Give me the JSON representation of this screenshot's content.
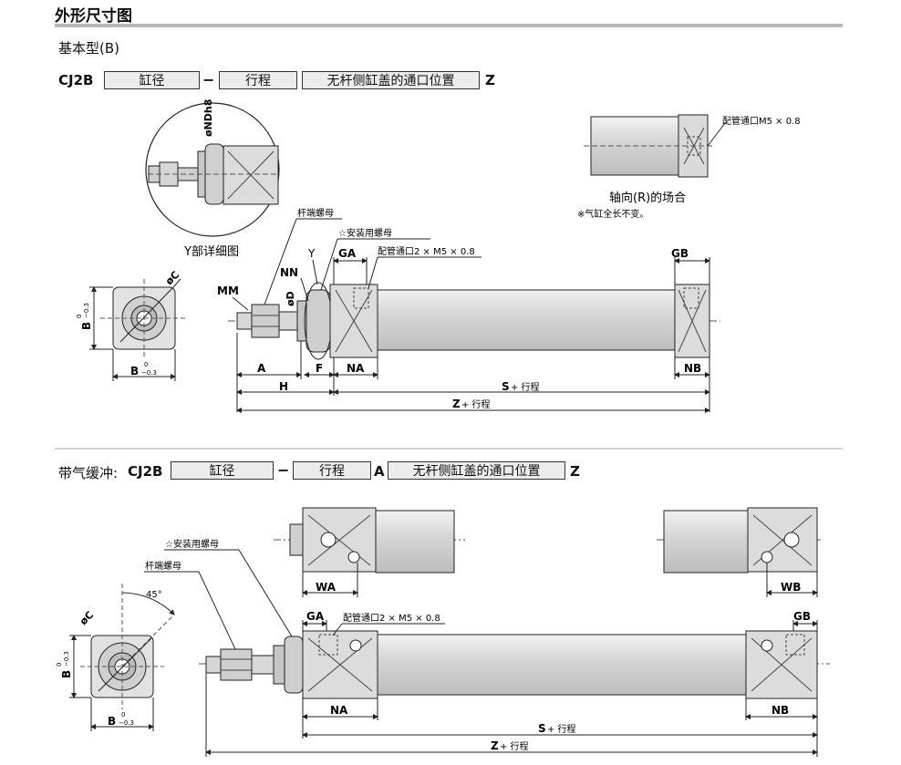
{
  "header": {
    "title": "外形尺寸图"
  },
  "basic": {
    "label": "基本型(B)",
    "code": "CJ2B",
    "box_bore": "缸径",
    "dash": "−",
    "box_stroke": "行程",
    "box_port": "无杆侧缸盖的通口位置",
    "suffix": "Z"
  },
  "detail_y": {
    "caption": "Y部详细图",
    "dim": "øNDh8"
  },
  "axial": {
    "caption": "轴向(R)的场合",
    "note": "※气缸全长不变。",
    "port": "配管通口M5 × 0.8"
  },
  "front_view": {
    "dim_c": "øC",
    "dim_b": "B",
    "tol_upper": "0",
    "tol_lower": "−0.3"
  },
  "basic_side": {
    "rod_nut": "杆端螺母",
    "mount_nut": "☆安装用螺母",
    "y": "Y",
    "nn": "NN",
    "mm": "MM",
    "od": "øD",
    "ga": "GA",
    "gb": "GB",
    "port": "配管通口2 × M5 × 0.8",
    "a": "A",
    "f": "F",
    "na": "NA",
    "nb": "NB",
    "h": "H",
    "s": "S",
    "z": "Z",
    "plus_stroke": "+ 行程"
  },
  "cushion": {
    "label": "带气缓冲:",
    "code": "CJ2B",
    "box_bore": "缸径",
    "dash": "−",
    "box_stroke": "行程",
    "a": "A",
    "box_port": "无杆侧缸盖的通口位置",
    "suffix": "Z"
  },
  "cushion_side": {
    "mount_nut": "☆安装用螺母",
    "rod_nut": "杆端螺母",
    "angle": "45°",
    "wa": "WA",
    "wb": "WB",
    "ga": "GA",
    "gb": "GB",
    "port": "配管通口2 × M5 × 0.8",
    "na": "NA",
    "nb": "NB",
    "s": "S",
    "z": "Z",
    "plus_stroke": "+ 行程"
  }
}
